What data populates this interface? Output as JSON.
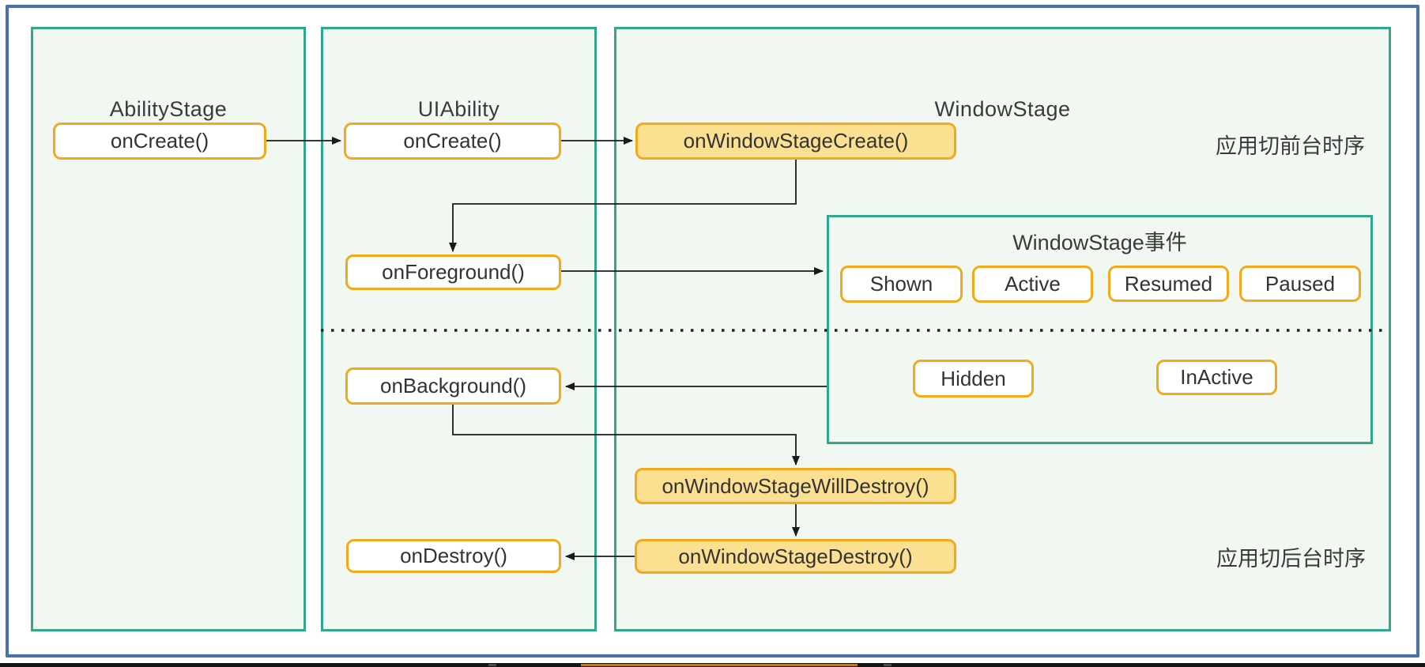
{
  "diagram": {
    "columns": [
      {
        "title": "AbilityStage"
      },
      {
        "title": "UIAbility"
      },
      {
        "title": "WindowStage"
      }
    ],
    "nodes": {
      "ability_on_create": "onCreate()",
      "ui_on_create": "onCreate()",
      "on_window_stage_create": "onWindowStageCreate()",
      "on_foreground": "onForeground()",
      "on_background": "onBackground()",
      "on_window_stage_will_destroy": "onWindowStageWillDestroy()",
      "on_window_stage_destroy": "onWindowStageDestroy()",
      "on_destroy": "onDestroy()"
    },
    "event_panel": {
      "title": "WindowStage事件",
      "top_events": [
        "Shown",
        "Active",
        "Resumed",
        "Paused"
      ],
      "bottom_events": [
        "Hidden",
        "InActive"
      ]
    },
    "annotations": {
      "foreground_sequence": "应用切前台时序",
      "background_sequence": "应用切后台时序"
    },
    "colors": {
      "frame_blue": "#4a73a3",
      "teal_border": "#2fa98c",
      "amber_border": "#f4a91b",
      "amber_fill": "#fbe092",
      "panel_bg": "#f1f8f2",
      "line_black": "#1a1a1a"
    }
  }
}
